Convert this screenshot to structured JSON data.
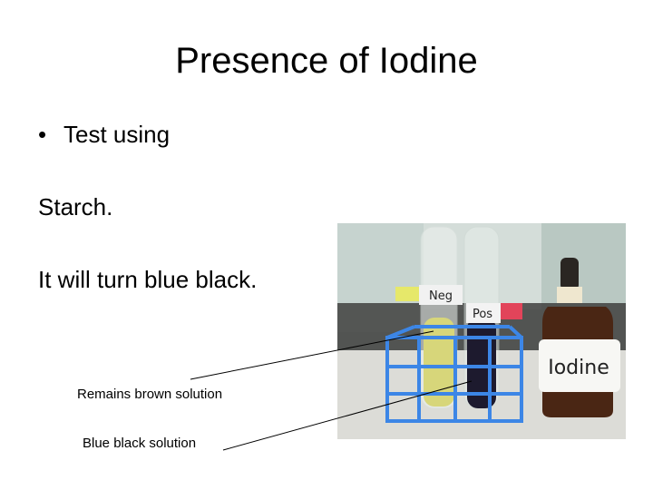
{
  "slide": {
    "title": "Presence of Iodine",
    "bullet": "Test using",
    "bullet_symbol": "•",
    "line1": "Starch.",
    "line2": "It will turn blue black.",
    "callouts": {
      "remains": "Remains brown solution",
      "blue_black": "Blue black solution"
    }
  },
  "photo": {
    "tube_labels": {
      "negative": "Neg",
      "positive": "Pos"
    },
    "bottle_label": "Iodine",
    "colors": {
      "background_wall": "#b9c8c2",
      "rack": "#3c86e6",
      "negative_solution": "#d7d67a",
      "positive_solution": "#1d1a2e",
      "bottle": "#4a2614"
    }
  }
}
